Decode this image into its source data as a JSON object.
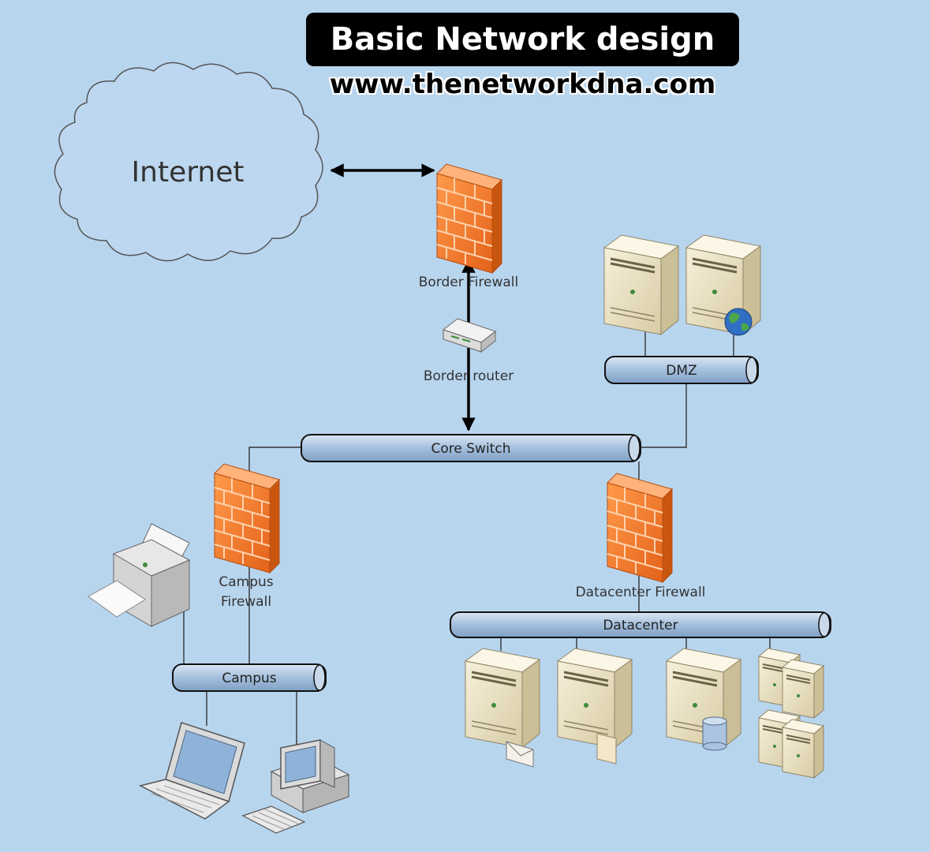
{
  "header": {
    "title": "Basic Network design",
    "subtitle": "www.thenetworkdna.com"
  },
  "labels": {
    "internet": "Internet",
    "border_firewall": "Border Firewall",
    "border_router": "Border router",
    "dmz": "DMZ",
    "core_switch": "Core Switch",
    "campus_firewall_line1": "Campus",
    "campus_firewall_line2": "Firewall",
    "datacenter_firewall": "Datacenter Firewall",
    "datacenter": "Datacenter",
    "campus": "Campus"
  },
  "colors": {
    "background": "#b8d5ee",
    "firewall": "#f07a2a",
    "bus": "#a7c1de",
    "server": "#e9e1c4"
  }
}
